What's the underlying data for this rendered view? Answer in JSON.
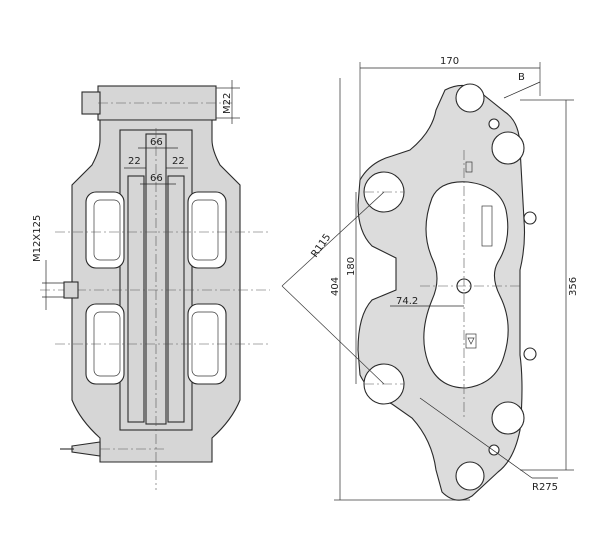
{
  "colors": {
    "line": "#2a2a2a",
    "body_fill": "#d6d6d6",
    "paper": "#ffffff"
  },
  "dimensions": {
    "bolt_thread": "M22",
    "width_66_top": "66",
    "width_22_left": "22",
    "width_22_right": "22",
    "width_66_inner": "66",
    "port_thread": "M12X125",
    "overall_width": "170",
    "label_b": "B",
    "radius_r115": "R115",
    "height_404": "404",
    "height_180": "180",
    "offset_742": "74.2",
    "height_356": "356",
    "radius_r275": "R275"
  }
}
